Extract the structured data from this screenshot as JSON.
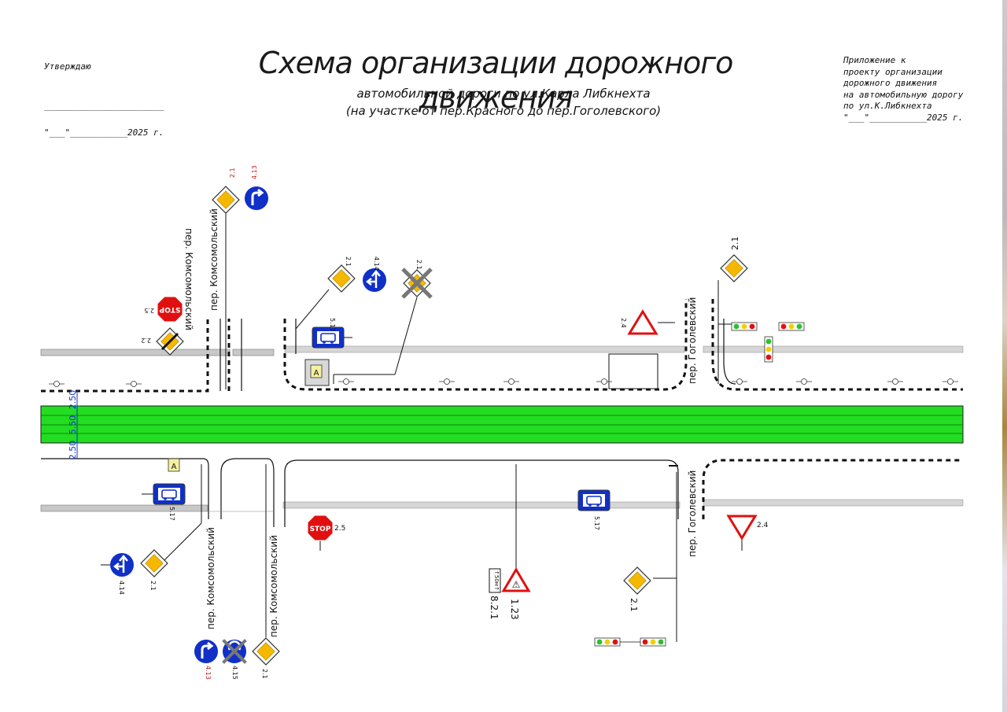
{
  "header": {
    "approve": "Утверждаю",
    "approve_line": "_______________________",
    "approve_date": "\"___\"___________2025 г.",
    "title": "Схема организации дорожного движения",
    "subtitle_1": "автомобильной дороги по ул.Карла Либкнехта",
    "subtitle_2": "(на участке от пер.Красного до пер.Гоголевского)",
    "appendix": [
      "Приложение к",
      "проекту организации",
      "дорожного движения",
      "на автомобильную дорогу",
      "по ул.К.Либкнехта",
      "\"___\"___________2025 г."
    ]
  },
  "streets": {
    "komsomolsky": "пер. Комсомольский",
    "gogolevsky": "пер. Гоголевский"
  },
  "dimensions": [
    "2.50",
    "5.50",
    "2.50"
  ],
  "signs": {
    "s2_1": "2.1",
    "s2_2": "2.2",
    "s2_4": "2.4",
    "s2_5": "2.5",
    "s4_13": "4.13",
    "s4_14": "4.14",
    "s4_15": "4.15",
    "s5_17": "5.17",
    "s1_23": "1.23",
    "s8_2_1": "8.2.1",
    "stop": "STOP",
    "plate": "↑50м↑",
    "bus_letter": "А"
  },
  "colors": {
    "road": "#22dd22",
    "sign_blue": "#1030c8",
    "sign_red": "#e01010",
    "priority_yellow": "#f5b800"
  }
}
